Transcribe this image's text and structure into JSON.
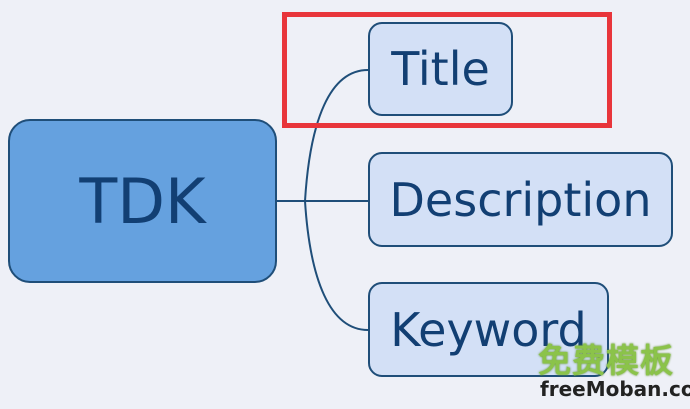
{
  "root": {
    "label": "TDK"
  },
  "children": [
    {
      "label": "Title"
    },
    {
      "label": "Description"
    },
    {
      "label": "Keyword"
    }
  ],
  "highlight": {
    "target": "Title",
    "color": "#e8353b"
  },
  "watermark": {
    "chinese": "免费模板",
    "site": "freeMoban.com"
  }
}
